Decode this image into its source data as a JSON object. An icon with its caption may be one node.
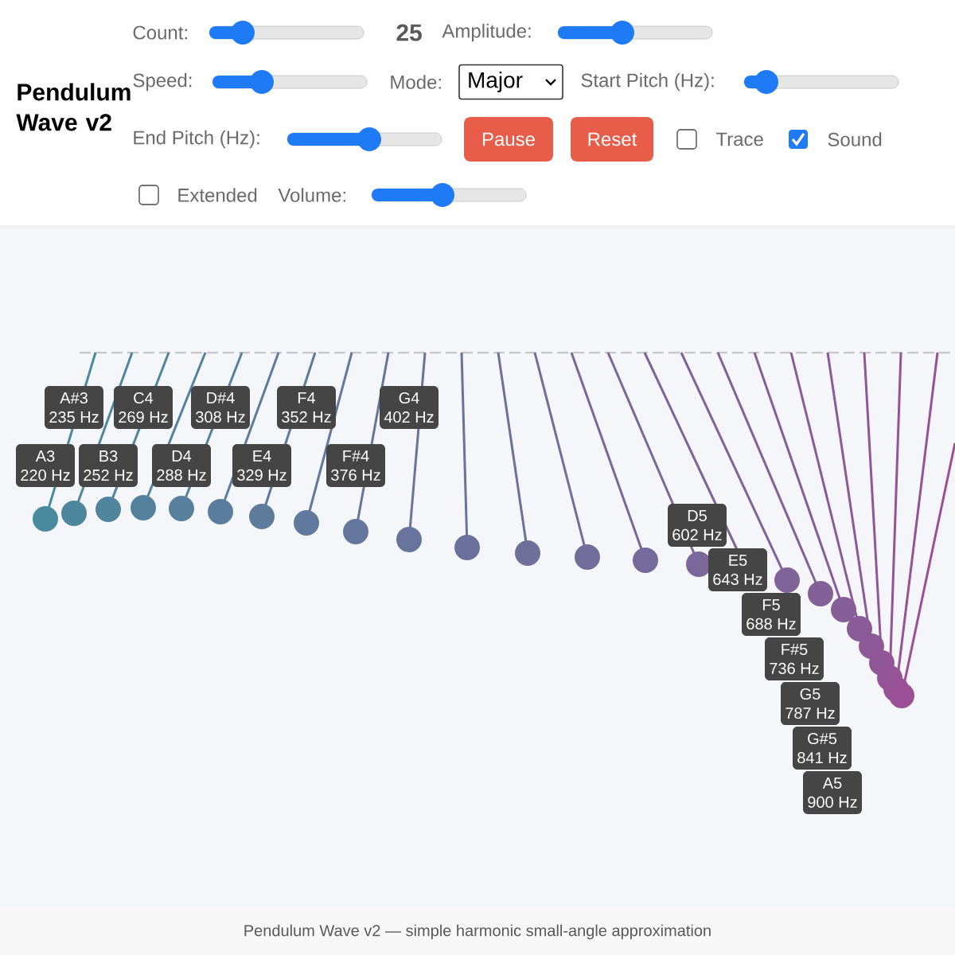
{
  "diagram": {
    "title": "Pendulum Wave v2",
    "caption": "Pendulum Wave v2 — simple harmonic small-angle approximation",
    "nodes": [
      {
        "text": [
          "Major"
        ]
      },
      {
        "text": [
          "Pause"
        ]
      },
      {
        "text": [
          "Reset"
        ]
      },
      {
        "text": [
          "A3",
          "220 Hz"
        ]
      },
      {
        "text": [
          "A#3",
          "235 Hz"
        ]
      },
      {
        "text": [
          "B3",
          "252 Hz"
        ]
      },
      {
        "text": [
          "C4",
          "269 Hz"
        ]
      },
      {
        "text": [
          "D4",
          "288 Hz"
        ]
      },
      {
        "text": [
          "D#4",
          "308 Hz"
        ]
      },
      {
        "text": [
          "E4",
          "329 Hz"
        ]
      },
      {
        "text": [
          "F4",
          "352 Hz"
        ]
      },
      {
        "text": [
          "F#4",
          "376 Hz"
        ]
      },
      {
        "text": [
          "G4",
          "402 Hz"
        ]
      },
      {
        "text": [
          "D5",
          "602 Hz"
        ]
      },
      {
        "text": [
          "E5",
          "643 Hz"
        ]
      },
      {
        "text": [
          "F5",
          "688 Hz"
        ]
      },
      {
        "text": [
          "F#5",
          "736 Hz"
        ]
      },
      {
        "text": [
          "G5",
          "787 Hz"
        ]
      },
      {
        "text": [
          "G#5",
          "841 Hz"
        ]
      },
      {
        "text": [
          "A5",
          "900 Hz"
        ]
      }
    ],
    "labels": [
      "Count:",
      "25",
      "Amplitude:",
      "Speed:",
      "Mode:",
      "Start Pitch (Hz):",
      "End Pitch (Hz):",
      "Trace",
      "Sound",
      "Extended",
      "Volume:"
    ]
  }
}
